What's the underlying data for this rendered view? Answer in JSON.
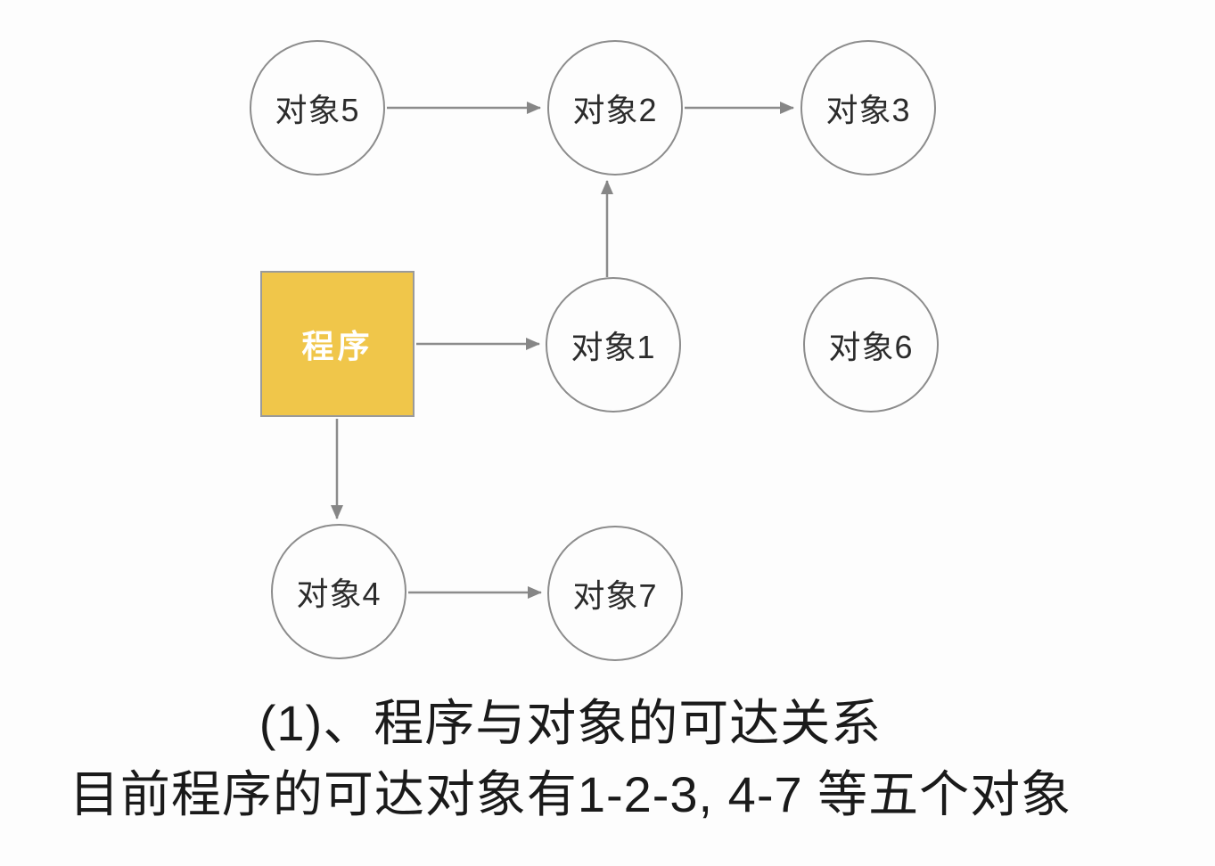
{
  "diagram": {
    "title_hint": "object reachability diagram",
    "nodes": {
      "program": {
        "label": "程序",
        "shape": "rect"
      },
      "obj1": {
        "label": "对象1",
        "shape": "circle"
      },
      "obj2": {
        "label": "对象2",
        "shape": "circle"
      },
      "obj3": {
        "label": "对象3",
        "shape": "circle"
      },
      "obj4": {
        "label": "对象4",
        "shape": "circle"
      },
      "obj5": {
        "label": "对象5",
        "shape": "circle"
      },
      "obj6": {
        "label": "对象6",
        "shape": "circle"
      },
      "obj7": {
        "label": "对象7",
        "shape": "circle"
      }
    },
    "edges": [
      {
        "from": "对象5",
        "to": "对象2"
      },
      {
        "from": "对象2",
        "to": "对象3"
      },
      {
        "from": "对象1",
        "to": "对象2"
      },
      {
        "from": "程序",
        "to": "对象1"
      },
      {
        "from": "程序",
        "to": "对象4"
      },
      {
        "from": "对象4",
        "to": "对象7"
      }
    ],
    "colors": {
      "program_fill": "#F0C64A",
      "program_border": "#9a9a9a",
      "program_text": "#ffffff",
      "node_stroke": "#8c8c8c",
      "node_text": "#2b2b2b",
      "edge_stroke": "#8c8c8c",
      "caption_text": "#1a1a1a",
      "background": "#fdfdfd"
    }
  },
  "caption": {
    "line1": "(1)、程序与对象的可达关系",
    "line2": "目前程序的可达对象有1-2-3, 4-7 等五个对象"
  }
}
